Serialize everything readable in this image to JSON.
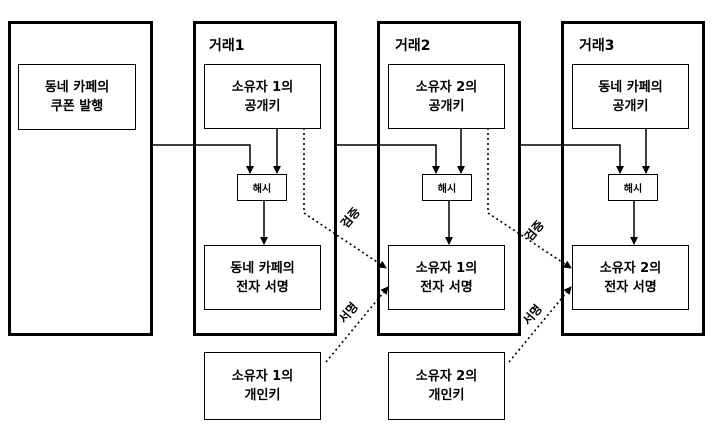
{
  "transactions": [
    {
      "title": ""
    },
    {
      "title": "거래1"
    },
    {
      "title": "거래2"
    },
    {
      "title": "거래3"
    }
  ],
  "genesis": {
    "label": "동네 카페의\n쿠폰 발행"
  },
  "tx1": {
    "pubkey": "소유자 1의\n공개키",
    "hash": "해시",
    "signature": "동네 카페의\n전자 서명"
  },
  "tx2": {
    "pubkey": "소유자 2의\n공개키",
    "hash": "해시",
    "signature": "소유자 1의\n전자 서명"
  },
  "tx3": {
    "pubkey": "동네 카페의\n공개키",
    "hash": "해시",
    "signature": "소유자 2의\n전자 서명"
  },
  "private_keys": [
    {
      "label": "소유자 1의\n개인키"
    },
    {
      "label": "소유자 2의\n개인키"
    }
  ],
  "edge_labels": {
    "verify": "검증",
    "sign": "서명"
  }
}
